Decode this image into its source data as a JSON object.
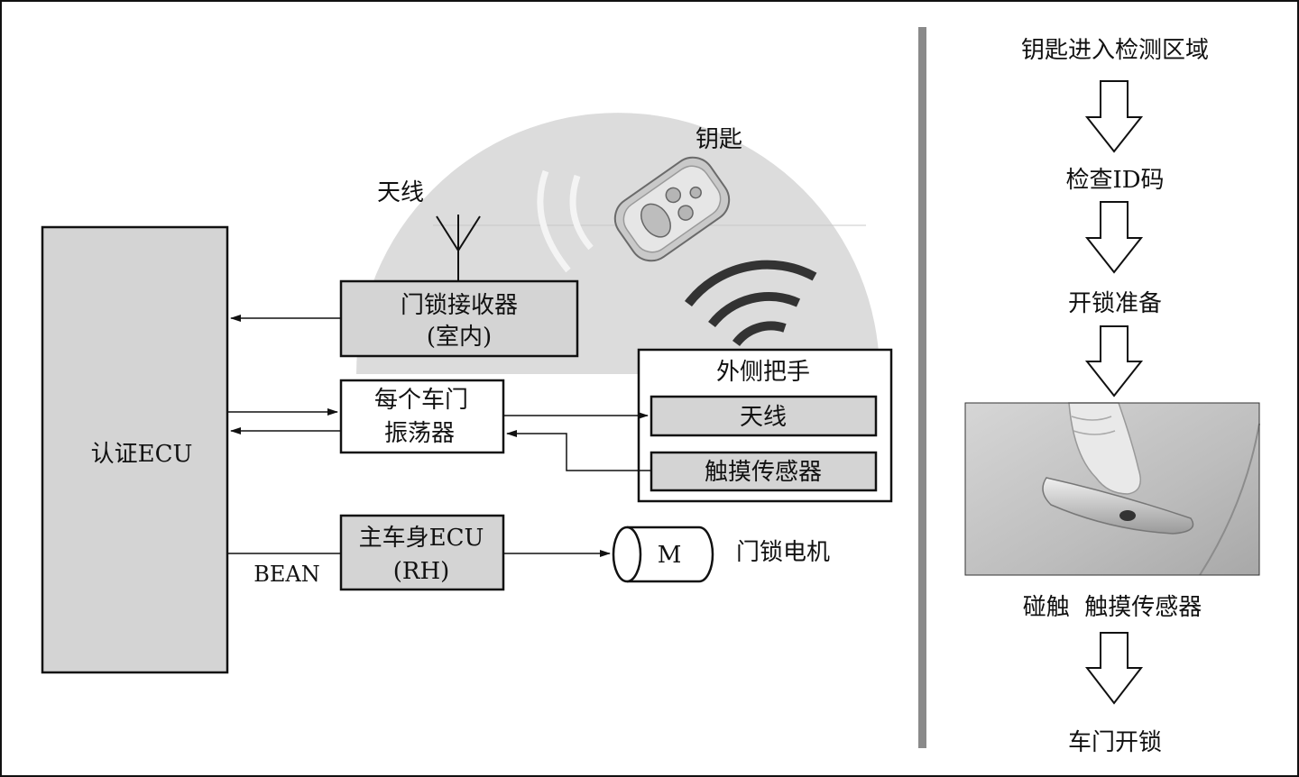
{
  "diagram": {
    "antenna_label": "天线",
    "key_label": "钥匙",
    "receiver_line1": "门锁接收器",
    "receiver_line2": "(室内)",
    "auth_ecu": "认证ECU",
    "oscillator_line1": "每个车门",
    "oscillator_line2": "振荡器",
    "outer_handle": "外侧把手",
    "handle_antenna": "天线",
    "touch_sensor": "触摸传感器",
    "body_ecu_line1": "主车身ECU",
    "body_ecu_line2": "(RH)",
    "bean": "BEAN",
    "motor_symbol": "M",
    "motor_label": "门锁电机"
  },
  "flow": {
    "steps": [
      "钥匙进入检测区域",
      "检查ID码",
      "开锁准备",
      "碰触  触摸传感器",
      "车门开锁"
    ]
  }
}
